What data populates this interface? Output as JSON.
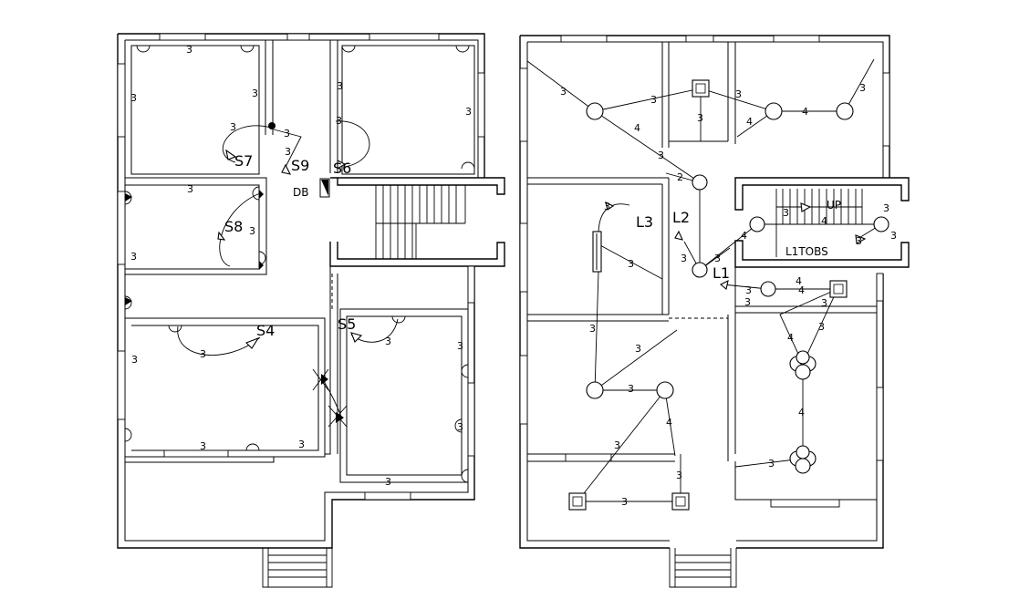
{
  "left_plan": {
    "switch_labels": [
      "S7",
      "S9",
      "S6",
      "S8",
      "S4",
      "S5"
    ],
    "distribution_board": "DB",
    "wire_counts": [
      "3",
      "3",
      "3",
      "3",
      "3",
      "3",
      "3",
      "3",
      "3",
      "3",
      "3",
      "3",
      "3",
      "3",
      "3",
      "3",
      "3",
      "3",
      "3",
      "3"
    ]
  },
  "right_plan": {
    "light_labels": [
      "L3",
      "L2",
      "L1"
    ],
    "stair_labels": [
      "UP",
      "L1TOBS"
    ],
    "wire_counts": [
      "3",
      "3",
      "3",
      "4",
      "3",
      "3",
      "4",
      "4",
      "3",
      "2",
      "3",
      "4",
      "3",
      "3",
      "4",
      "3",
      "3",
      "3",
      "3",
      "4",
      "4",
      "3",
      "3",
      "3",
      "3",
      "4",
      "3",
      "3",
      "4",
      "4",
      "3",
      "3",
      "3",
      "3",
      "3",
      "3"
    ]
  }
}
